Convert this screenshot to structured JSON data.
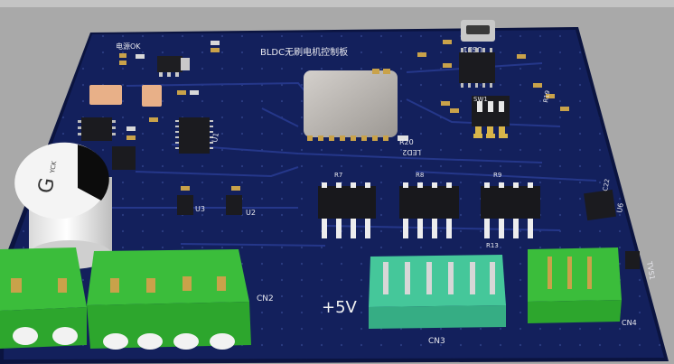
{
  "board": {
    "title": "BLDC无刷电机控制板",
    "power_led_label": "电源OK"
  },
  "components": {
    "usb_connector": "USB1",
    "capacitor_brand": "YCK",
    "capacitor_mark": "G",
    "ics": [
      "U1",
      "U2",
      "U3",
      "U6"
    ],
    "led": "LED2",
    "resistors": [
      "R7",
      "R8",
      "R9",
      "R13",
      "R19",
      "R20"
    ],
    "diode": "TVS1",
    "dip_switch": "SW1",
    "extra_label": "C22"
  },
  "connectors": {
    "cn2": "CN2",
    "cn3": "CN3",
    "cn4": "CN4",
    "voltage": "+5V"
  },
  "colors": {
    "background": "#a9a9a9",
    "pcb": "#13205c",
    "pcb_edge": "#0b1440",
    "connector_green": "#3bbd3b",
    "connector_teal": "#45c79a",
    "gold": "#c9a24a",
    "silkscreen": "#e8e8ee"
  }
}
